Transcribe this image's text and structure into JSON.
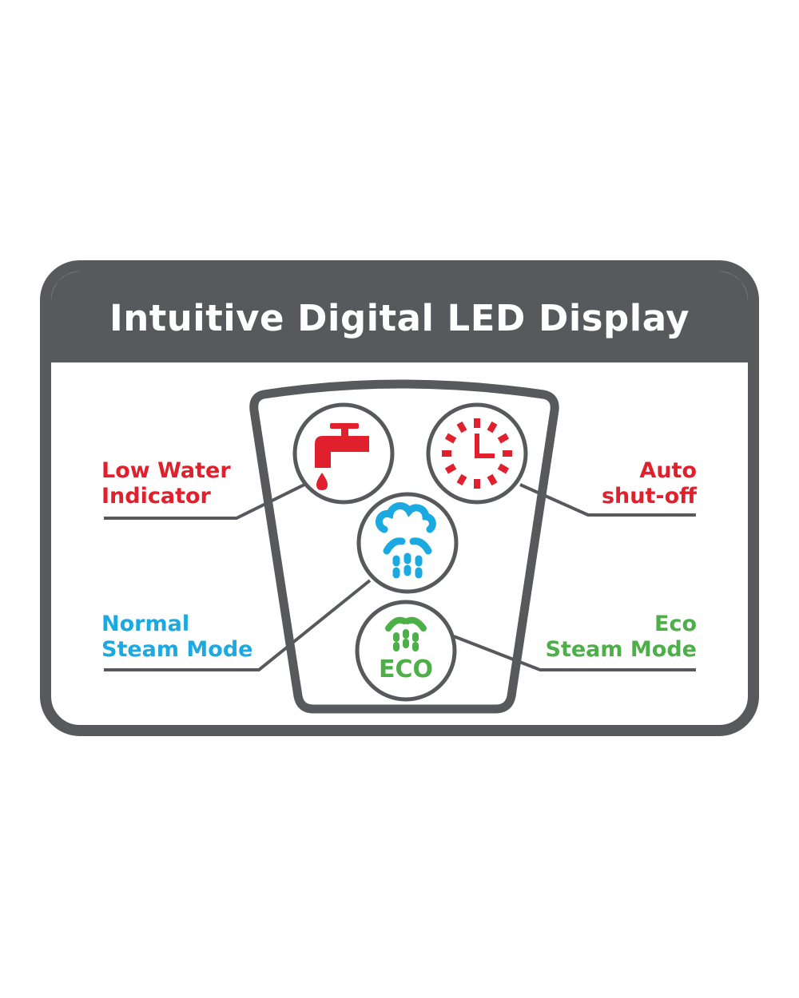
{
  "title": "Intuitive Digital LED Display",
  "colors": {
    "frame": "#58595c",
    "red": "#e0202d",
    "blue": "#1ba9e1",
    "green": "#4caf47"
  },
  "indicators": [
    {
      "id": "low-water",
      "icon": "faucet-drop-icon",
      "label_lines": [
        "Low Water",
        "Indicator"
      ],
      "color": "#e0202d"
    },
    {
      "id": "auto-shutoff",
      "icon": "clock-icon",
      "label_lines": [
        "Auto",
        "shut-off"
      ],
      "color": "#e0202d"
    },
    {
      "id": "normal-steam",
      "icon": "steam-cloud-icon",
      "label_lines": [
        "Normal",
        "Steam Mode"
      ],
      "color": "#1ba9e1"
    },
    {
      "id": "eco-steam",
      "icon": "eco-steam-icon",
      "icon_text": "ECO",
      "label_lines": [
        "Eco",
        "Steam Mode"
      ],
      "color": "#4caf47"
    }
  ]
}
